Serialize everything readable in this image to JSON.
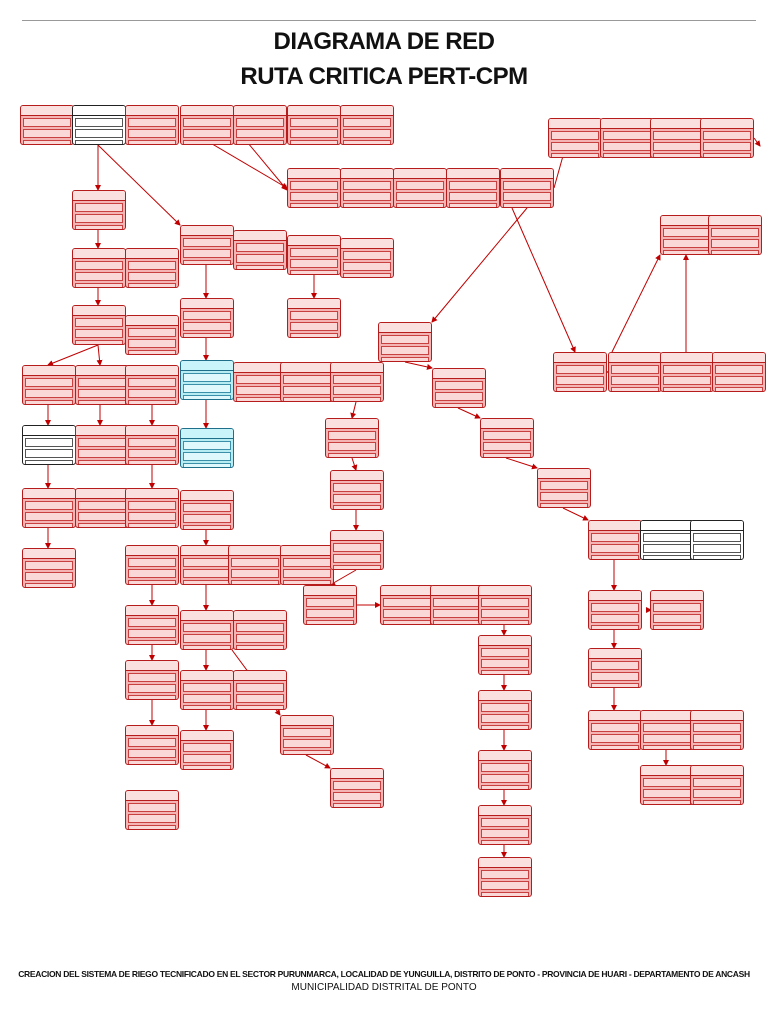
{
  "title_line1": "DIAGRAMA DE RED",
  "title_line2": "RUTA CRITICA PERT-CPM",
  "footer_line1": "CREACION DEL SISTEMA DE RIEGO TECNIFICADO EN EL SECTOR PURUNMARCA, LOCALIDAD DE YUNGUILLA, DISTRITO DE PONTO - PROVINCIA DE HUARI - DEPARTAMENTO DE ANCASH",
  "footer_line2": "MUNICIPALIDAD DISTRITAL DE PONTO",
  "colors": {
    "critical_fill": "#f4b4b4",
    "critical_border": "#b71c1c",
    "noncritical_fill": "#ffffff",
    "milestone_fill": "#b7ecf3",
    "edge": "#c00000"
  }
}
